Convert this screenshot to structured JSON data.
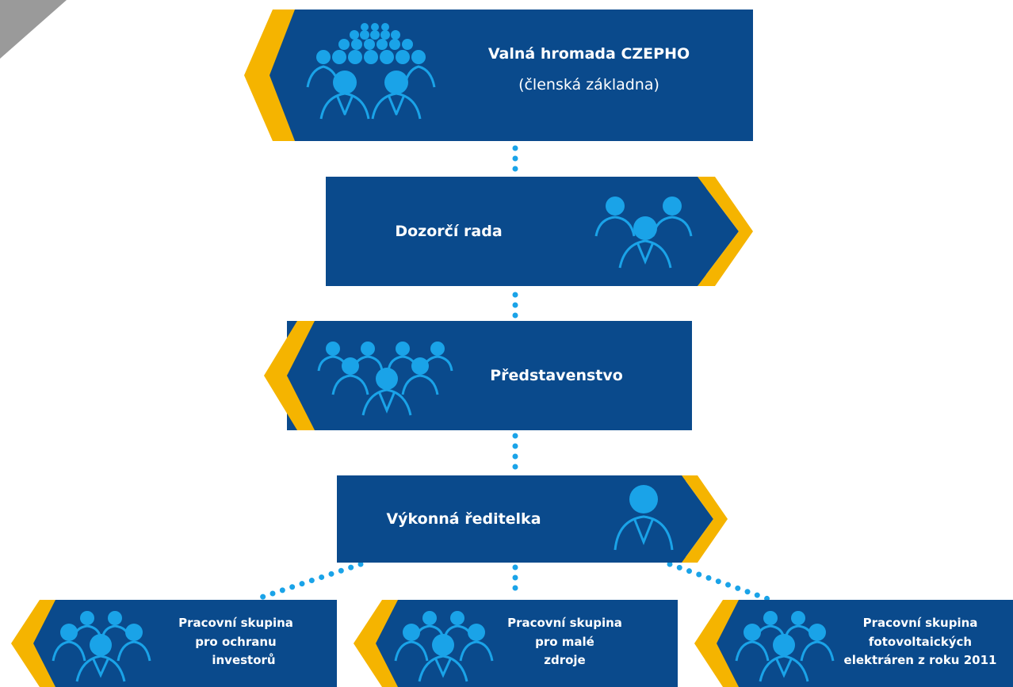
{
  "nodes": {
    "general_assembly": {
      "title": "Valná hromada CZEPHO",
      "subtitle": "(členská základna)"
    },
    "supervisory_board": {
      "title": "Dozorčí rada"
    },
    "board_of_directors": {
      "title": "Představenstvo"
    },
    "executive_director": {
      "title": "Výkonná ředitelka"
    },
    "working_groups": [
      {
        "line1": "Pracovní skupina",
        "line2": "pro ochranu",
        "line3": "investorů"
      },
      {
        "line1": "Pracovní skupina",
        "line2": "pro malé",
        "line3": "zdroje"
      },
      {
        "line1": "Pracovní skupina",
        "line2": "fotovoltaických",
        "line3": "elektráren z roku 2011"
      }
    ]
  },
  "colors": {
    "box_fill": "#0a4a8c",
    "accent_yellow": "#f5b400",
    "connector_dots": "#1aa3e8",
    "icon": "#1aa3e8",
    "corner_gray": "#9a9a9a"
  },
  "icons": {
    "general_assembly": "crowd-icon",
    "supervisory_board": "group-of-three-icon",
    "board_of_directors": "group-of-many-icon",
    "executive_director": "single-person-icon",
    "working_group": "group-icon"
  }
}
